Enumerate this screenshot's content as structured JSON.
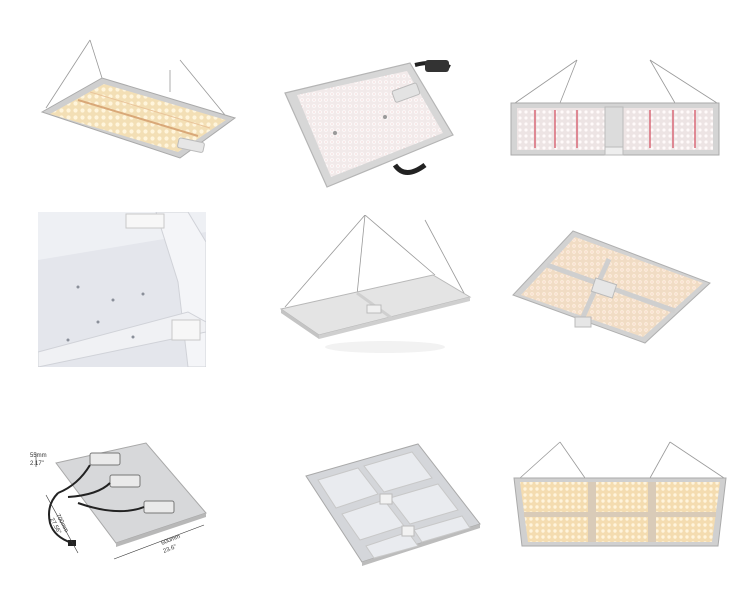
{
  "gallery": {
    "dimensions": {
      "height_mm": "55mm",
      "height_in": "2.17\"",
      "width_mm": "700mm",
      "width_in": "27.56\"",
      "length_mm": "600mm",
      "length_in": "23.6\""
    }
  }
}
